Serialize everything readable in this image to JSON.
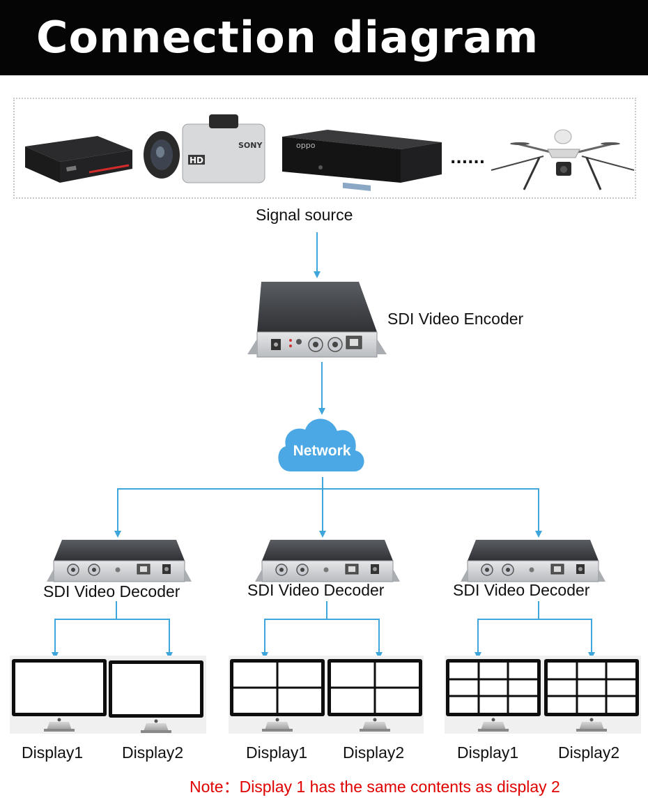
{
  "header": {
    "title": "Connection diagram"
  },
  "source": {
    "label": "Signal source",
    "devices": [
      {
        "name": "set-top-box",
        "icon": "set-top-box-icon"
      },
      {
        "name": "camcorder",
        "icon": "camcorder-icon",
        "brand": "SONY",
        "badge": "HD"
      },
      {
        "name": "blu-ray-player",
        "icon": "blu-ray-player-icon",
        "brand": "oppo"
      },
      {
        "name": "ellipsis",
        "text": "......"
      },
      {
        "name": "drone",
        "icon": "drone-icon"
      }
    ]
  },
  "encoder": {
    "label": "SDI Video Encoder"
  },
  "network": {
    "label": "Network"
  },
  "decoders": [
    {
      "label": "SDI Video Decoder",
      "layout": "single",
      "displays": [
        {
          "label": "Display1"
        },
        {
          "label": "Display2"
        }
      ]
    },
    {
      "label": "SDI Video Decoder",
      "layout": "quad",
      "displays": [
        {
          "label": "Display1"
        },
        {
          "label": "Display2"
        }
      ]
    },
    {
      "label": "SDI Video Decoder",
      "layout": "nine",
      "displays": [
        {
          "label": "Display1"
        },
        {
          "label": "Display2"
        }
      ]
    }
  ],
  "note": "Note：Display 1 has the same contents as display 2",
  "colors": {
    "arrow": "#3fa6dc",
    "cloud": "#4ba8e4",
    "note": "#e00000",
    "header": "#050505"
  }
}
